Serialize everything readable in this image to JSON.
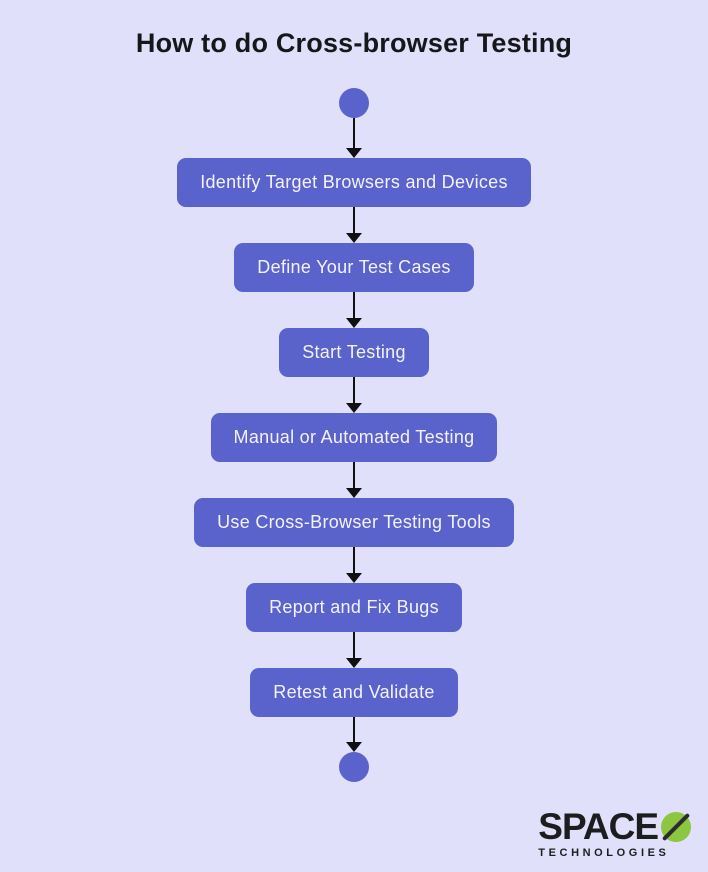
{
  "title": "How to do Cross-browser Testing",
  "flowchart": {
    "start_node": "start",
    "end_node": "end",
    "steps": [
      {
        "label": "Identify Target Browsers and Devices"
      },
      {
        "label": "Define Your Test Cases"
      },
      {
        "label": "Start Testing"
      },
      {
        "label": "Manual or Automated Testing"
      },
      {
        "label": "Use Cross-Browser Testing Tools"
      },
      {
        "label": "Report and Fix Bugs"
      },
      {
        "label": "Retest and Validate"
      }
    ]
  },
  "logo": {
    "brand": "SPACE",
    "symbol": "slashed-o-icon",
    "subtext": "TECHNOLOGIES"
  },
  "colors": {
    "bg": "#e0e0fa",
    "accent": "#5a62cb",
    "arrow": "#101013",
    "title": "#17171b",
    "box-text": "#f4f3fd",
    "logo-black": "#1d1d20",
    "logo-green": "#8dc63f"
  }
}
